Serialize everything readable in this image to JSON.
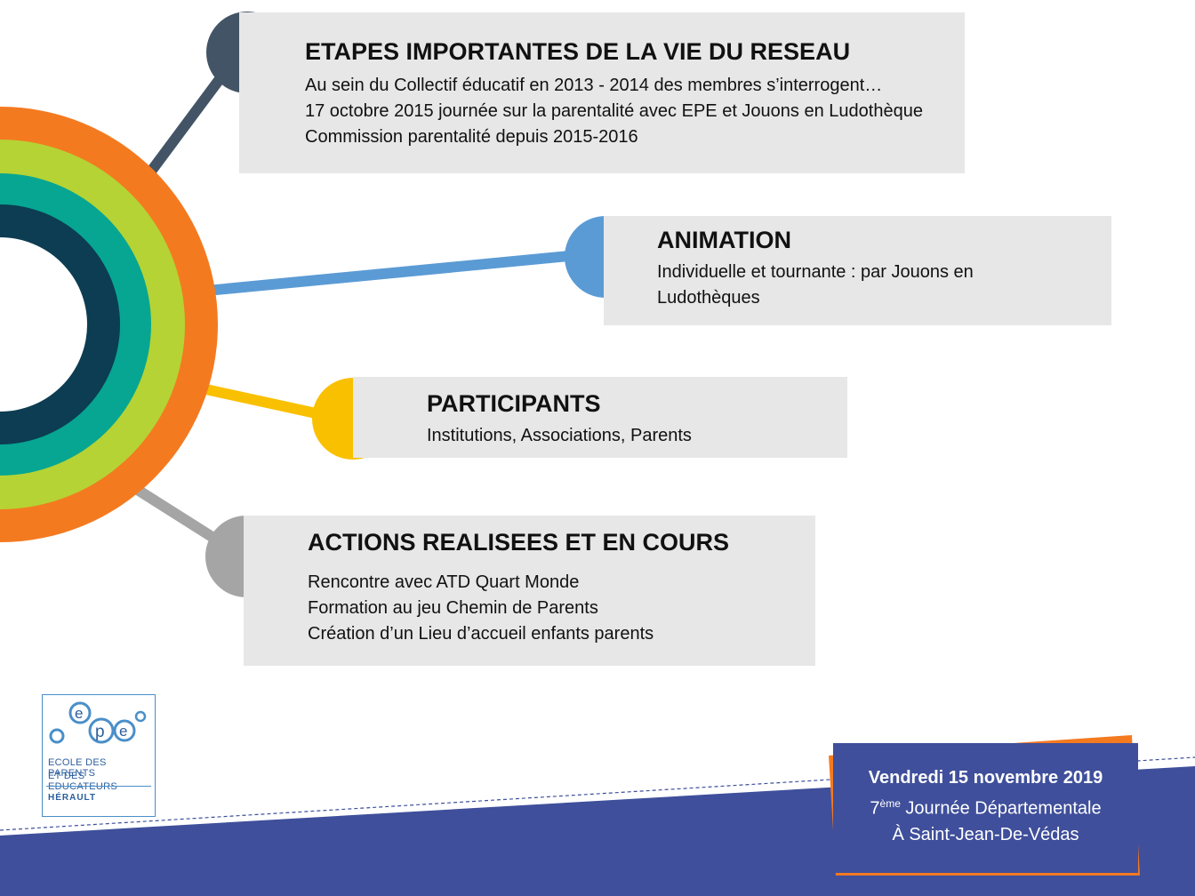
{
  "colors": {
    "ring_outer": "#f47a20",
    "ring_2": "#b5d334",
    "ring_3": "#06a692",
    "ring_inner": "#0c3d52",
    "node_1": "#435466",
    "node_2": "#5b9bd5",
    "node_3": "#f9c000",
    "node_4": "#a5a5a5",
    "box_bg": "#e8e7e8",
    "band": "#3f4f9b",
    "accent": "#f47a20"
  },
  "sections": [
    {
      "title": "ETAPES IMPORTANTES DE LA VIE DU RESEAU",
      "lines": [
        "Au sein du Collectif éducatif en 2013 - 2014 des membres s’interrogent…",
        "17 octobre 2015 journée sur la parentalité avec EPE et Jouons en Ludothèque",
        "Commission parentalité depuis 2015-2016"
      ]
    },
    {
      "title": "ANIMATION",
      "lines": [
        "Individuelle et tournante : par Jouons en Ludothèques"
      ]
    },
    {
      "title": "PARTICIPANTS",
      "lines": [
        "Institutions, Associations, Parents"
      ]
    },
    {
      "title": "ACTIONS REALISEES ET EN COURS",
      "lines": [
        "Rencontre avec ATD Quart Monde",
        "Formation au jeu Chemin de Parents",
        "Création d’un Lieu d’accueil enfants parents"
      ]
    }
  ],
  "logo": {
    "mark": "epe",
    "line1": "ECOLE DES PARENTS",
    "line2": "ET DES EDUCATEURS",
    "region": "HÉRAULT"
  },
  "event": {
    "date": "Vendredi 15 novembre 2019",
    "ordinal": "7",
    "ordinal_suffix": "ème",
    "name": " Journée Départementale",
    "place": "À Saint-Jean-De-Védas"
  }
}
